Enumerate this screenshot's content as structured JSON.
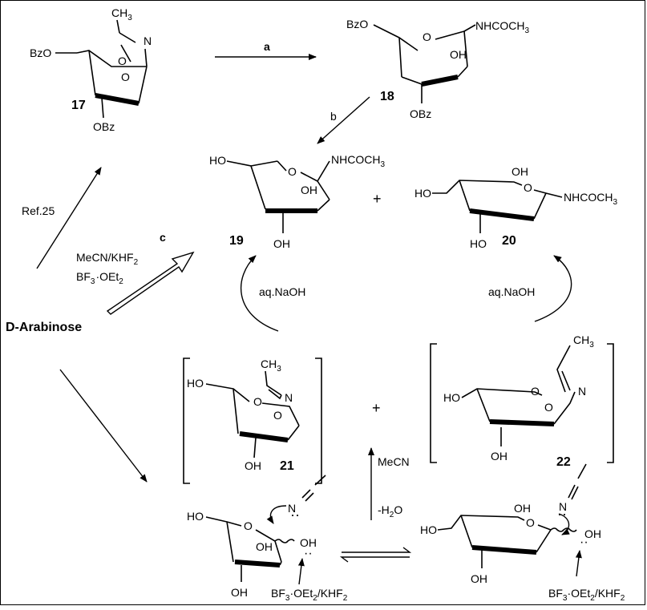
{
  "compounds": {
    "c17": {
      "number": "17",
      "methyl": "CH",
      "methyl_sub": "3",
      "n": "N",
      "ring_o1": "O",
      "ring_o2": "O",
      "bzo_top": "BzO",
      "obz": "OBz"
    },
    "c18": {
      "number": "18",
      "bzo": "BzO",
      "ring_o": "O",
      "nhacyl": "NHCOCH",
      "nhacyl_sub": "3",
      "oh": "OH",
      "obz": "OBz"
    },
    "c19": {
      "number": "19",
      "ho_left": "HO",
      "ring_o": "O",
      "nhacyl": "NHCOCH",
      "nhacyl_sub": "3",
      "oh_right": "OH",
      "oh_bottom": "OH"
    },
    "c20": {
      "number": "20",
      "oh_top": "OH",
      "ring_o": "O",
      "ho_left": "HO",
      "nhacyl": "NHCOCH",
      "nhacyl_sub": "3",
      "oh_bottom": "HO"
    },
    "c21": {
      "number": "21",
      "methyl": "CH",
      "methyl_sub": "3",
      "n": "N",
      "ho": "HO",
      "ring_o1": "O",
      "ring_o2": "O",
      "oh": "OH"
    },
    "c22": {
      "number": "22",
      "methyl": "CH",
      "methyl_sub": "3",
      "n": "N",
      "ho": "HO",
      "ring_o1": "O",
      "ring_o2": "O",
      "oh": "OH"
    },
    "furanose_int": {
      "ho": "HO",
      "ring_o": "O",
      "oh_inner": "OH",
      "oh_anomeric": "OH",
      "oh_bottom": "OH"
    },
    "pyranose_int": {
      "oh_top": "OH",
      "ring_o": "O",
      "ho_left": "HO",
      "oh_anomeric": "OH",
      "oh_bottom": "OH"
    }
  },
  "reagents": {
    "step_a": "a",
    "step_b": "b",
    "step_c": "c",
    "ref": "Ref.25",
    "mecn_khf2": "MeCN/KHF",
    "mecn_khf2_sub": "2",
    "bf3_line": "BF",
    "bf3_sub": "3",
    "bf3_rest": "OEt",
    "bf3_rest_sub": "2",
    "naoh_left": "aq.NaOH",
    "naoh_right": "aq.NaOH",
    "mecn": "MeCN",
    "minus_h2o": "-H",
    "minus_h2o_sub": "2",
    "minus_h2o_end": "O",
    "bf3_khf2_left": "BF",
    "bf3_khf2_left_mid": "OEt",
    "bf3_khf2_left_end": "/KHF",
    "bf3_khf2_right": "BF",
    "bf3_khf2_right_mid": "OEt",
    "bf3_khf2_right_end": "/KHF",
    "nitrile_n_left": "N",
    "nitrile_n_right": "N"
  },
  "start_material": "D-Arabinose",
  "plus_signs": {
    "p1": "+",
    "p2": "+"
  }
}
